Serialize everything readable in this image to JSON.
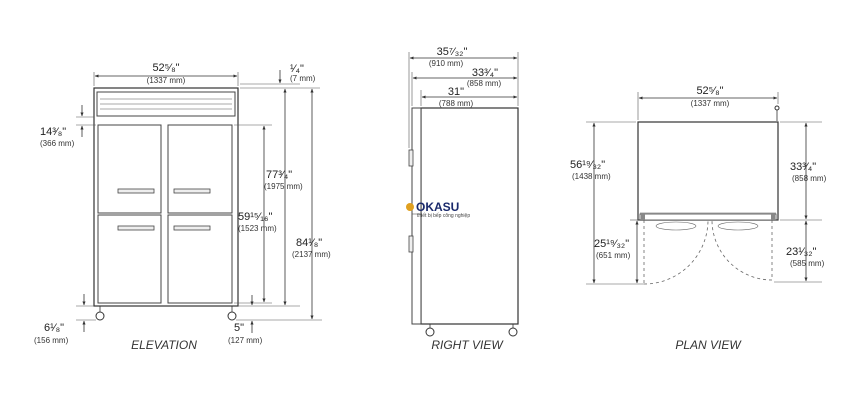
{
  "views": {
    "elevation": "ELEVATION",
    "right": "RIGHT VIEW",
    "plan": "PLAN VIEW"
  },
  "elevation": {
    "width_in": "52⁵⁄₈\"",
    "width_mm": "(1337 mm)",
    "top_gap_in": "¹⁄₄\"",
    "top_gap_mm": "(7 mm)",
    "upper_door_in": "14³⁄₈\"",
    "upper_door_mm": "(366 mm)",
    "cabinet_in": "77³⁄₄\"",
    "cabinet_mm": "(1975 mm)",
    "doors_in": "59¹⁵⁄₁₆\"",
    "doors_mm": "(1523 mm)",
    "overall_in": "84¹⁄₈\"",
    "overall_mm": "(2137 mm)",
    "base_in": "6¹⁄₈\"",
    "base_mm": "(156 mm)",
    "caster_in": "5\"",
    "caster_mm": "(127 mm)"
  },
  "right_view": {
    "depth_overall_in": "35⁷⁄₃₂\"",
    "depth_overall_mm": "(910 mm)",
    "depth_body_in": "33³⁄₄\"",
    "depth_body_mm": "(858 mm)",
    "depth_inner_in": "31\"",
    "depth_inner_mm": "(788 mm)"
  },
  "plan_view": {
    "width_in": "52⁵⁄₈\"",
    "width_mm": "(1337 mm)",
    "open_depth_in": "56¹⁹⁄₃₂\"",
    "open_depth_mm": "(1438 mm)",
    "depth_in": "33³⁄₄\"",
    "depth_mm": "(858 mm)",
    "swing_left_in": "25¹⁹⁄₃₂\"",
    "swing_left_mm": "(651 mm)",
    "swing_right_in": "23¹⁄₃₂\"",
    "swing_right_mm": "(585 mm)"
  },
  "watermark": {
    "brand": "OKASU",
    "sub": "thiết bị bếp công nghiệp"
  }
}
